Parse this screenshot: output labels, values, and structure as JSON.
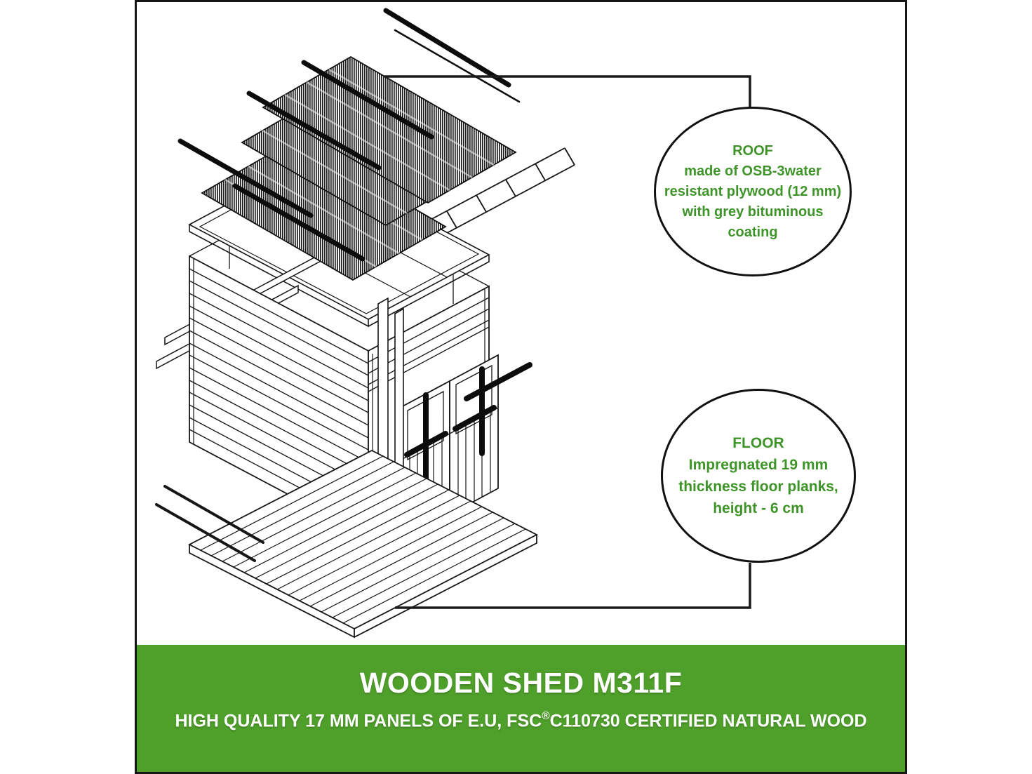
{
  "callouts": {
    "roof": {
      "title": "ROOF",
      "lines": [
        "made of OSB-3water",
        "resistant plywood (12 mm)",
        "with grey bituminous",
        "coating"
      ]
    },
    "floor": {
      "title": "FLOOR",
      "lines": [
        "Impregnated 19 mm",
        "thickness floor planks,",
        "height - 6 cm"
      ]
    }
  },
  "banner": {
    "title": "WOODEN SHED M311F",
    "subtitle": {
      "prefix": "HIGH QUALITY 17 MM PANELS OF E.U, FSC",
      "registered_mark": "®",
      "suffix": "C110730 CERTIFIED NATURAL WOOD"
    }
  },
  "colors": {
    "callout_text": "#3e9428",
    "banner_background": "#4f9f2b",
    "banner_text": "#ffffff",
    "line_color": "#161616",
    "page_background": "#ffffff"
  }
}
